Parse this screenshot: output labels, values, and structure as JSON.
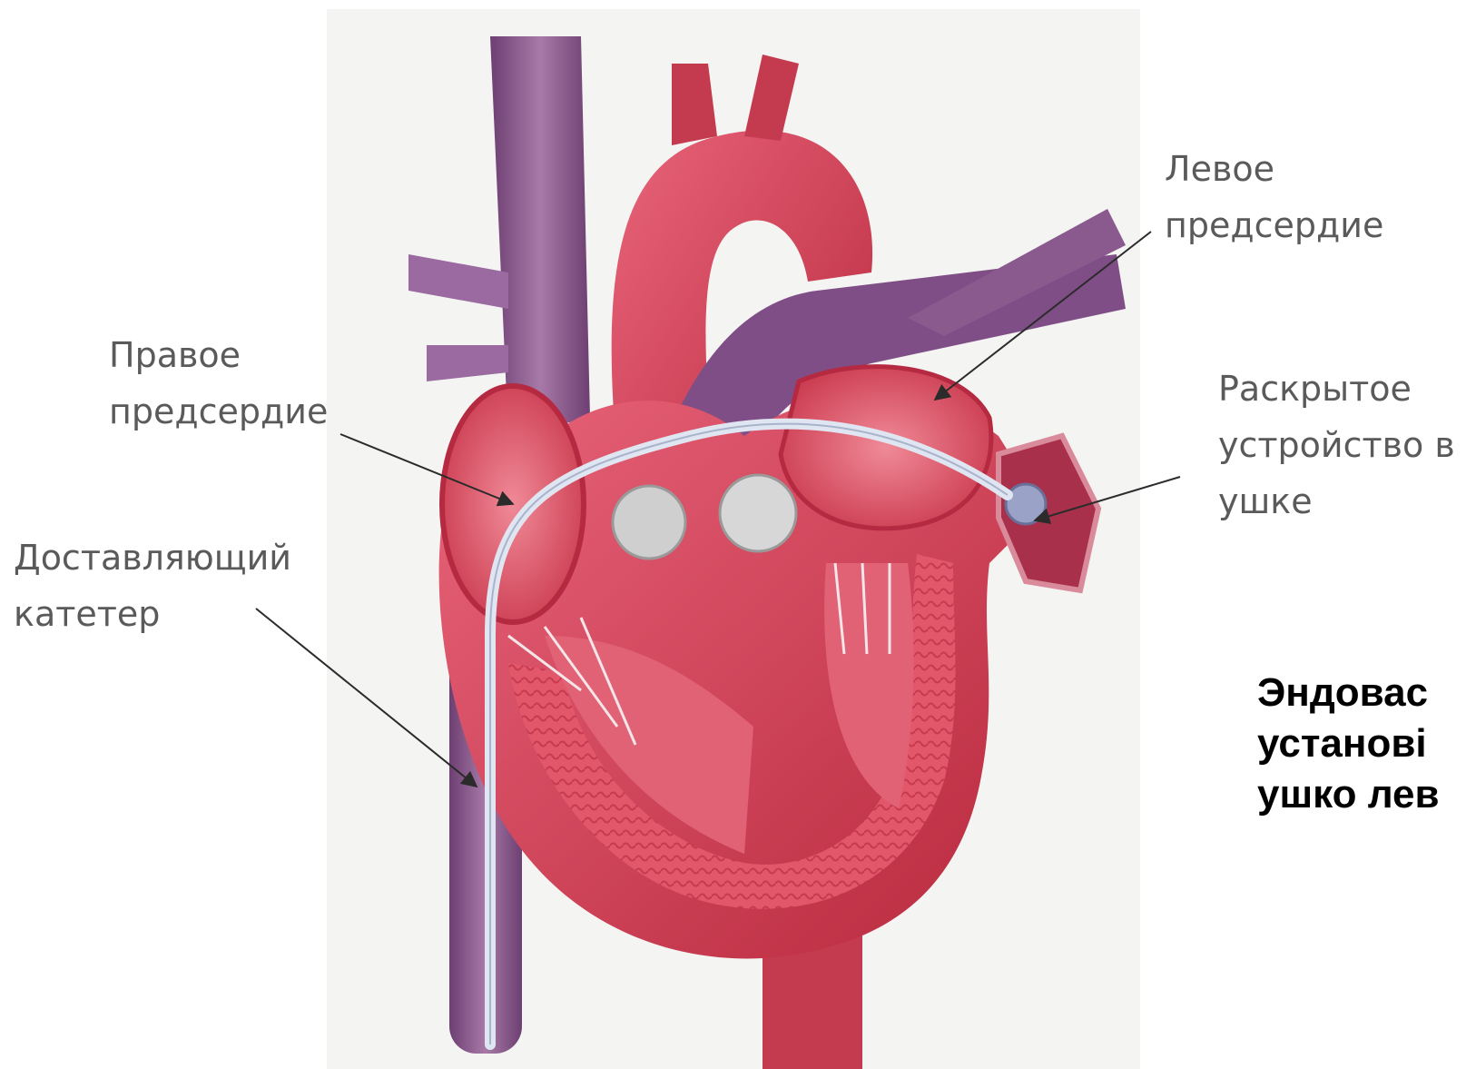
{
  "labels": {
    "left_atrium": "Левое\nпредсердие",
    "right_atrium": "Правое\nпредсердие",
    "device": "Раскрытое\nустройство в\nушке",
    "catheter": "Доставляющий\nкатетер"
  },
  "caption": "Эндовас\nустанові\nушко лев",
  "colors": {
    "myocardium": "#d9485a",
    "vessel_purple": "#8a5a8e",
    "valve": "#c9c9c9",
    "catheter": "#dfe6f2",
    "label_text": "#5a5a5a",
    "arrow": "#2b2b2b"
  }
}
